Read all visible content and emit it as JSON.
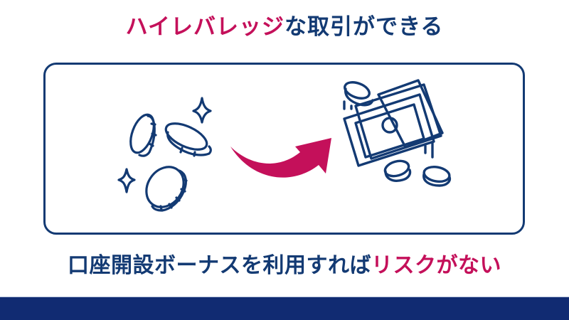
{
  "headline": {
    "highlight": "ハイレバレッジ",
    "rest": "な取引ができる"
  },
  "illustration": {
    "left_icon": "scattered-coins-sparkles-icon",
    "arrow_icon": "curved-arrow-right-icon",
    "right_icon": "cash-and-coins-icon"
  },
  "subline": {
    "lead": "口座開設ボーナスを利用すれば",
    "highlight": "リスクがない"
  },
  "colors": {
    "accent_pink": "#c4105a",
    "navy": "#133a73",
    "footer_navy": "#112b72"
  }
}
